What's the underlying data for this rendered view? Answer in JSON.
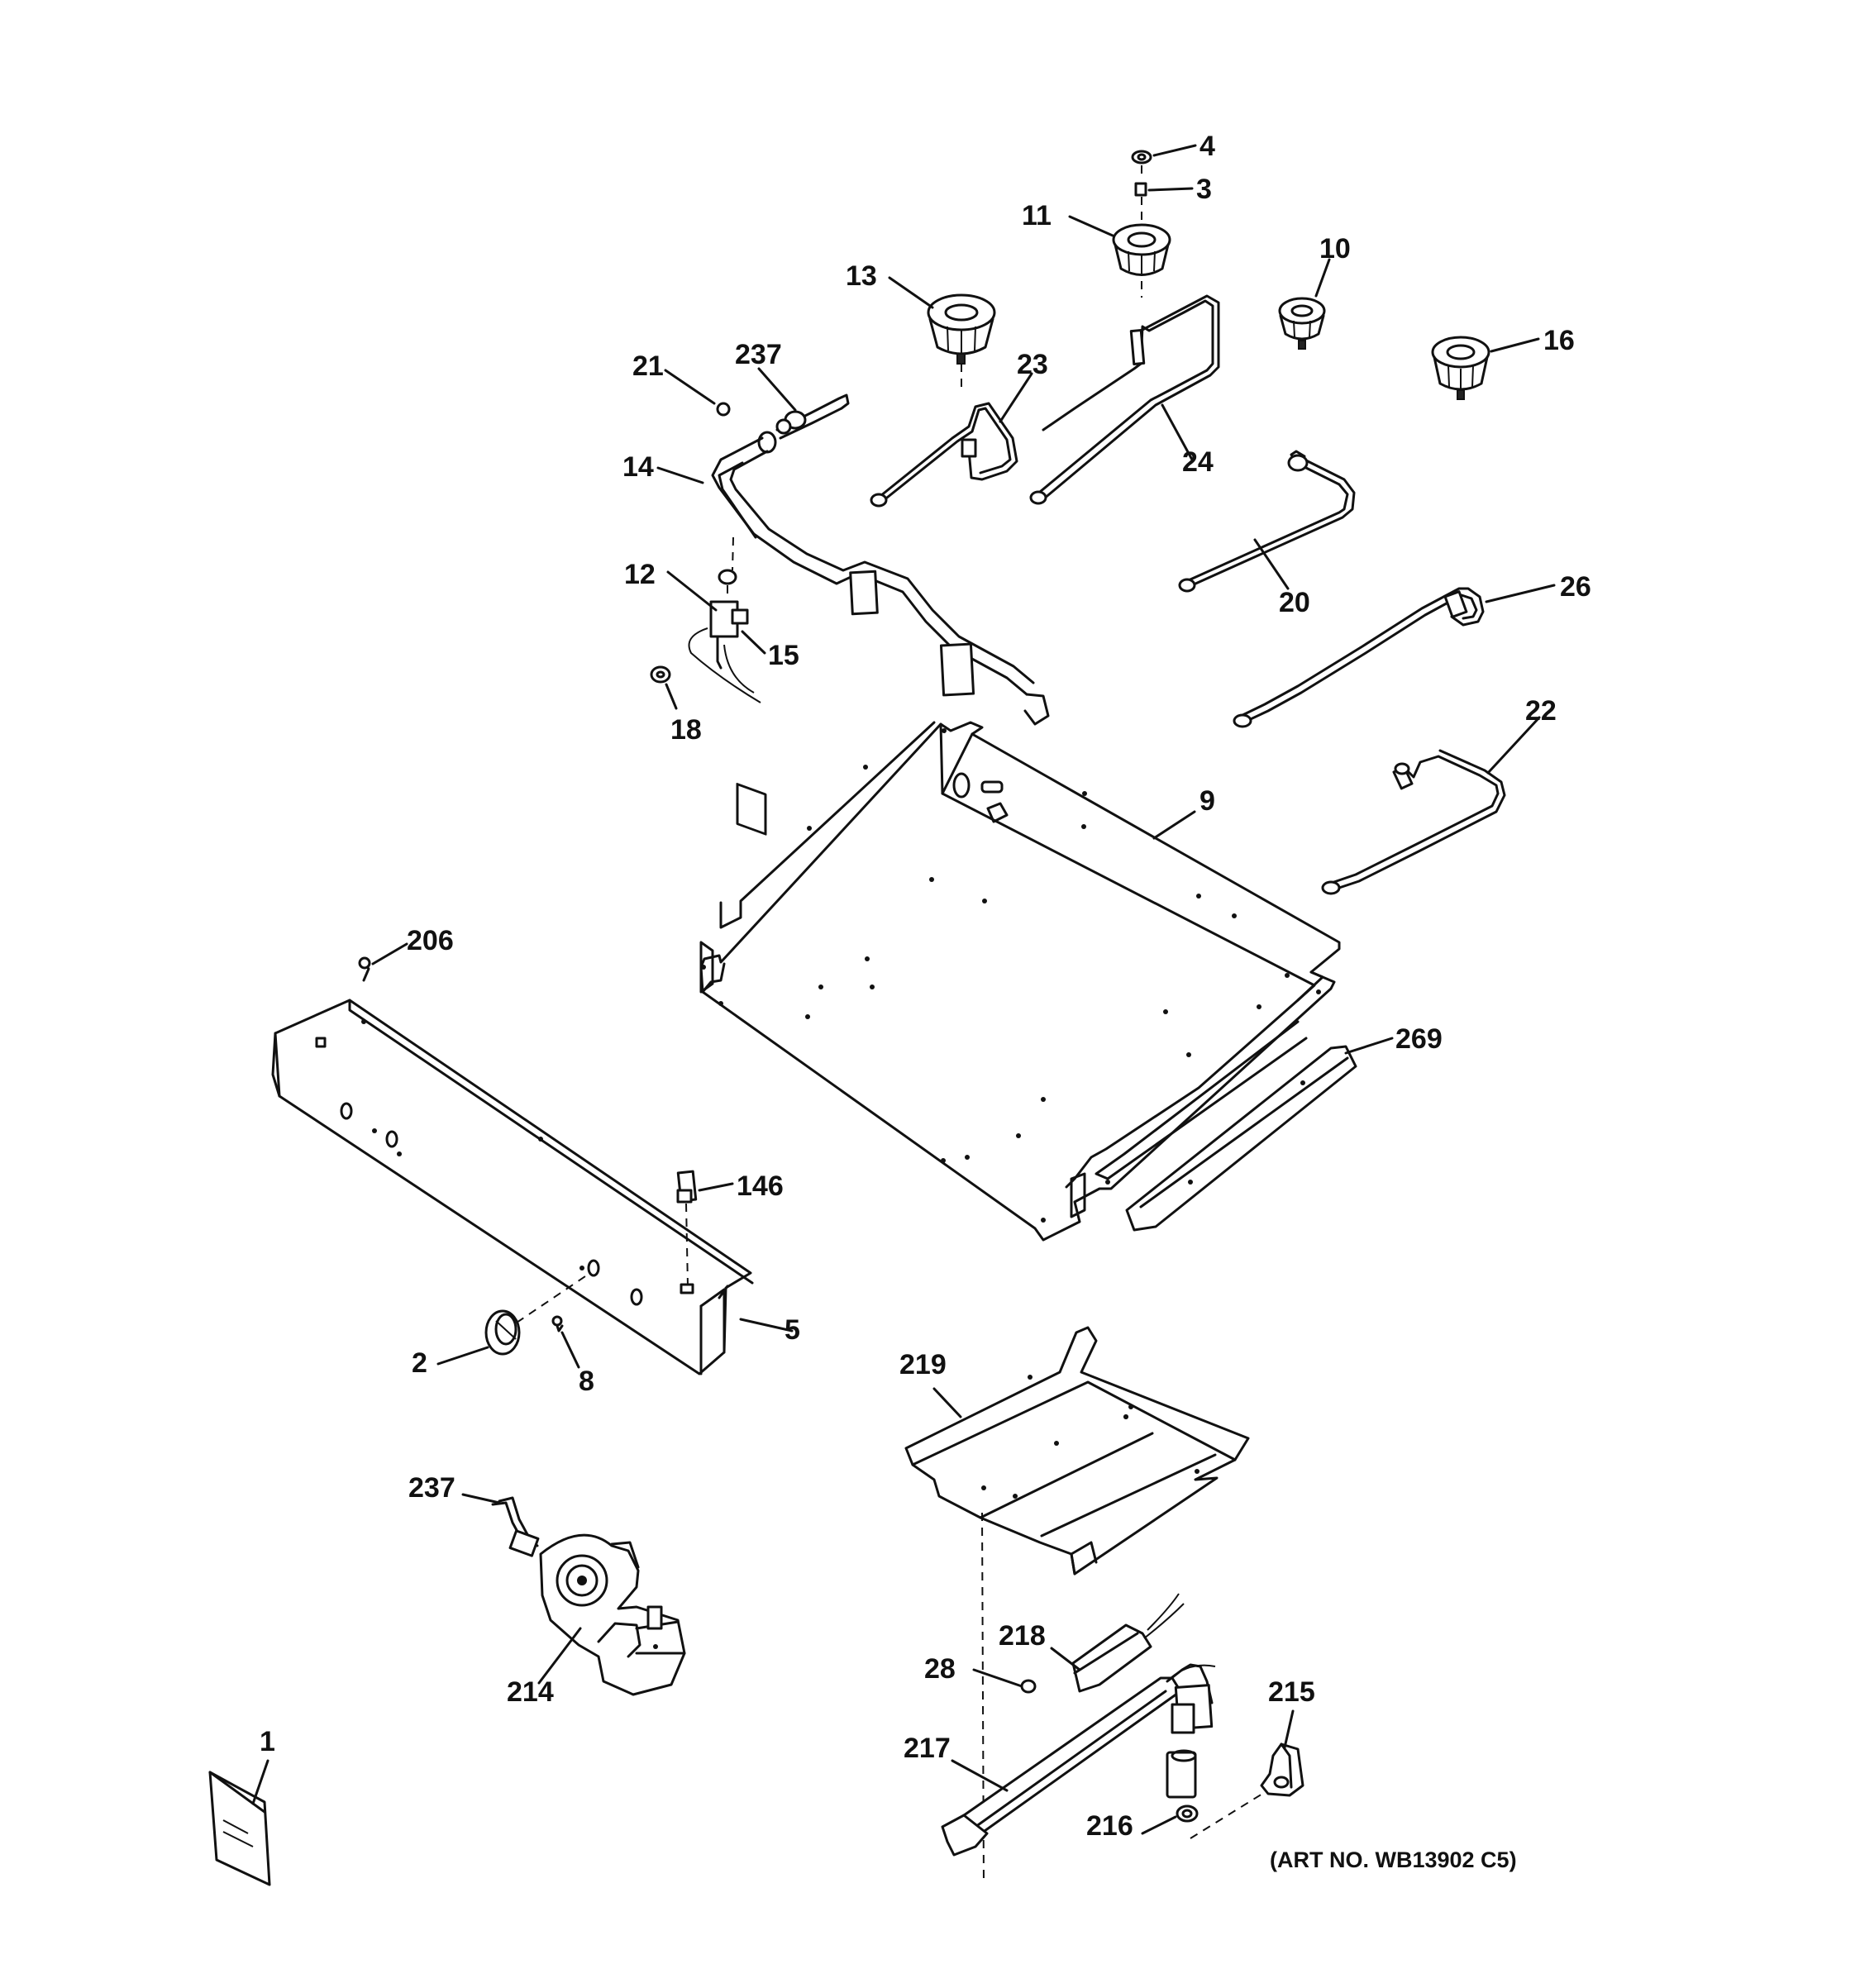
{
  "diagram": {
    "art_number": "(ART NO. WB13902 C5)",
    "callouts": {
      "c4": "4",
      "c3": "3",
      "c11": "11",
      "c10": "10",
      "c13": "13",
      "c16": "16",
      "c237a": "237",
      "c21": "21",
      "c23": "23",
      "c14": "14",
      "c24": "24",
      "c20": "20",
      "c12": "12",
      "c26": "26",
      "c15": "15",
      "c18": "18",
      "c22": "22",
      "c9": "9",
      "c206": "206",
      "c269": "269",
      "c146": "146",
      "c5": "5",
      "c2": "2",
      "c8": "8",
      "c219": "219",
      "c237b": "237",
      "c214": "214",
      "c218": "218",
      "c28": "28",
      "c215": "215",
      "c217": "217",
      "c1": "1",
      "c216": "216"
    }
  }
}
